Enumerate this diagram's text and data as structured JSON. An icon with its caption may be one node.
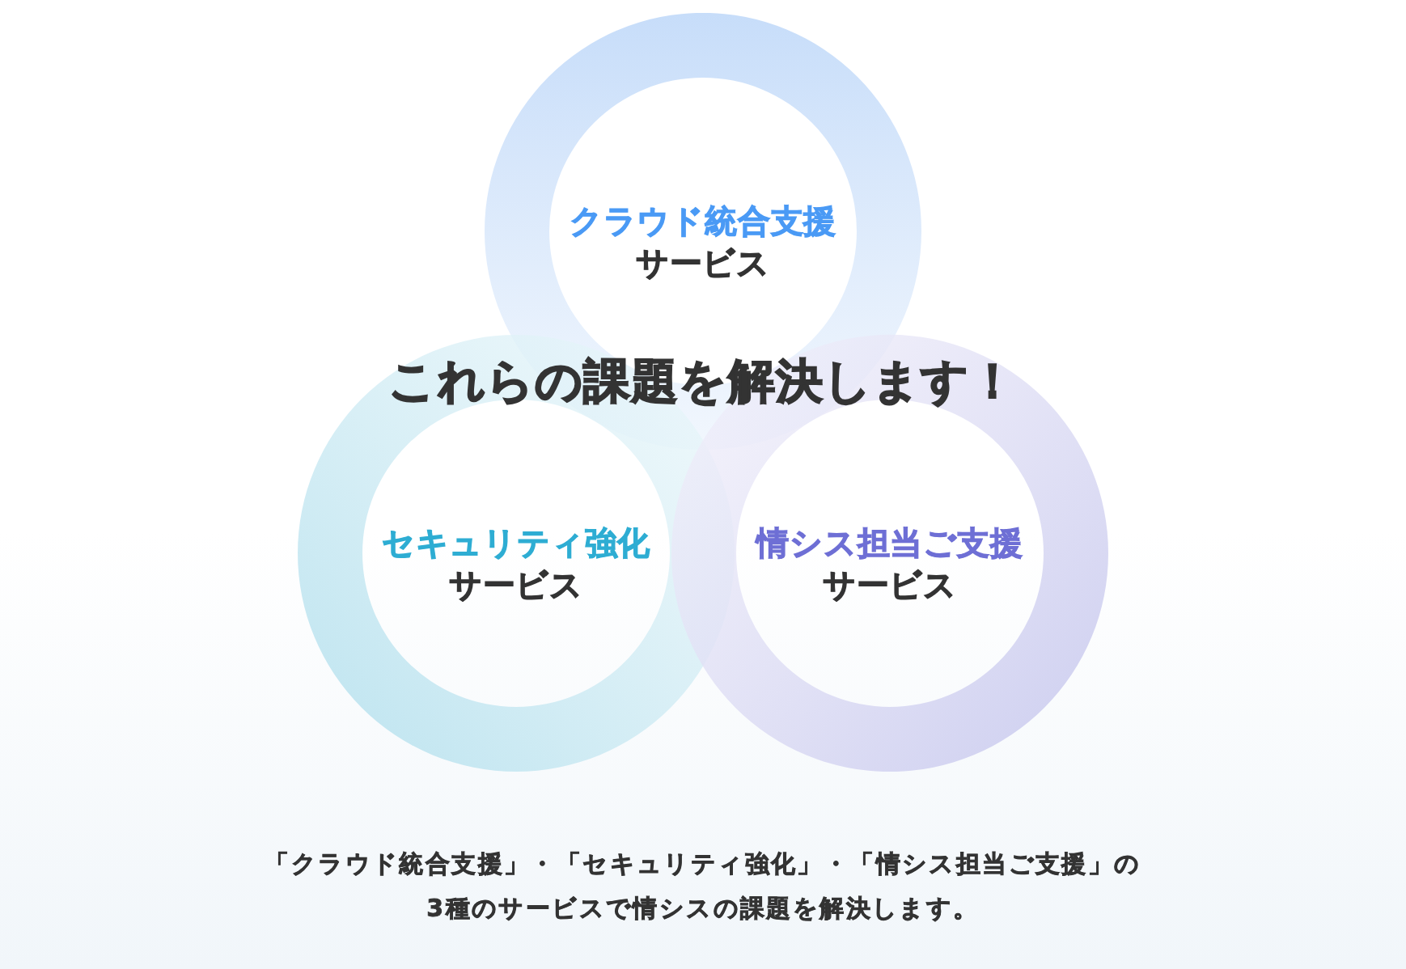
{
  "diagram": {
    "title": "これらの課題を解決します！",
    "nodes": [
      {
        "text": [
          "クラウド統合支援",
          "サービス"
        ]
      },
      {
        "text": [
          "セキュリティ強化",
          "サービス"
        ]
      },
      {
        "text": [
          "情シス担当ご支援",
          "サービス"
        ]
      }
    ],
    "caption": "「クラウド統合支援」・「セキュリティ強化」・「情シス担当ご支援」の3種のサービスで情シスの課題を解決します。"
  }
}
